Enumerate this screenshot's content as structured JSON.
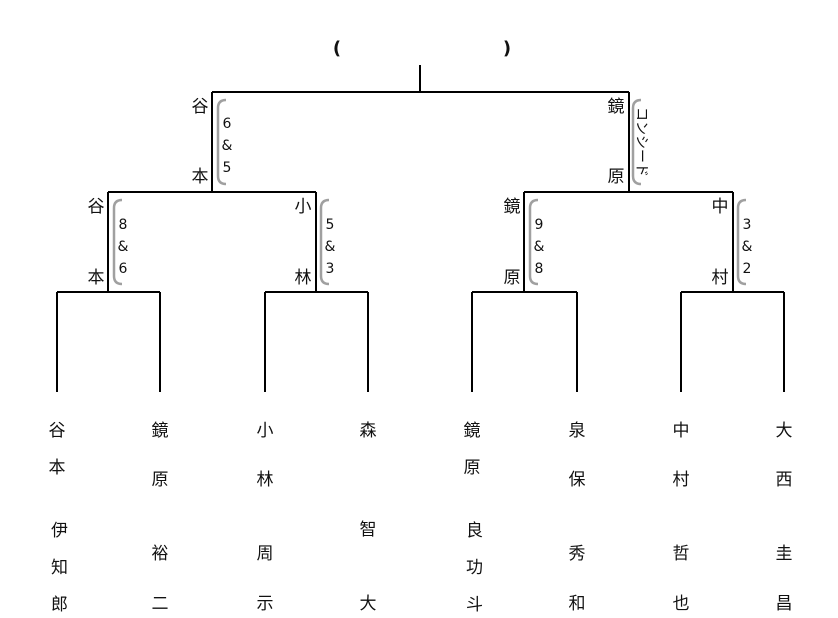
{
  "title": {
    "open": "(",
    "close": ")"
  },
  "final": {
    "left": {
      "family": "谷本",
      "score": "6&5"
    },
    "right": {
      "family": "鏡原",
      "score": "コンシード"
    }
  },
  "semis": [
    {
      "family": "谷本",
      "score": "8&6"
    },
    {
      "family": "小林",
      "score": "5&3"
    },
    {
      "family": "鏡原",
      "score": "9&8"
    },
    {
      "family": "中村",
      "score": "3&2"
    }
  ],
  "players": [
    {
      "family": "谷本",
      "given": "伊知郎"
    },
    {
      "family": "鏡原",
      "given": "裕二"
    },
    {
      "family": "小林",
      "given": "周示"
    },
    {
      "family": "森",
      "given": "智大"
    },
    {
      "family": "鏡原",
      "given": "良功斗"
    },
    {
      "family": "泉保",
      "given": "秀和"
    },
    {
      "family": "中村",
      "given": "哲也"
    },
    {
      "family": "大西",
      "given": "圭昌"
    }
  ],
  "colors": {
    "line": "#000000",
    "paren": "#a0a0a0"
  }
}
